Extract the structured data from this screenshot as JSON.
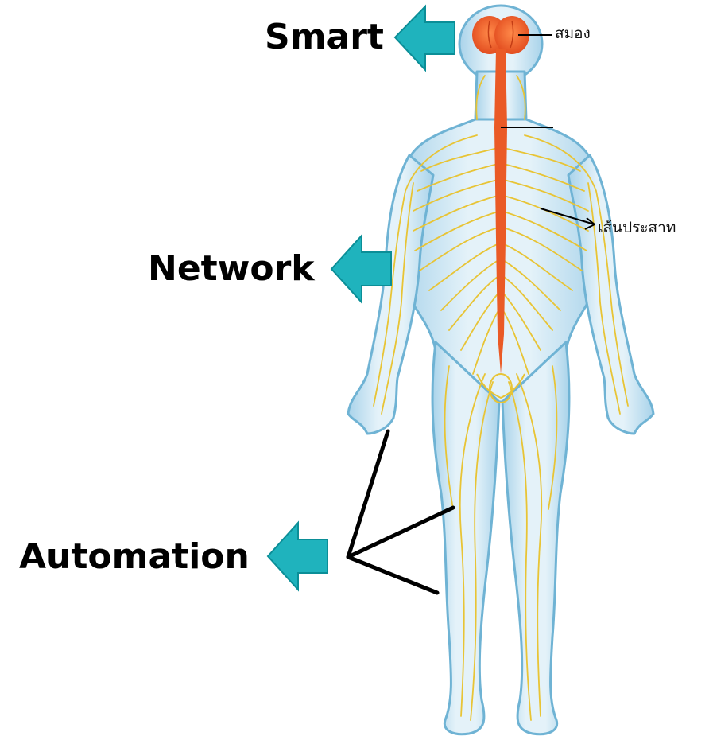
{
  "categories": {
    "smart": "Smart",
    "network": "Network",
    "automation": "Automation"
  },
  "anatomy_labels": {
    "brain": "สมอง",
    "nerve": "เส้นประสาท"
  },
  "colors": {
    "arrow": "#1fb3bd",
    "arrow_outline": "#0b8e97",
    "skin": "#cfe7f3",
    "skin_outline": "#6fb3d4",
    "nerve": "#e8c435",
    "brain": "#f06a2a",
    "spinal_cord": "#ea5a26",
    "pointer_line": "#000000"
  }
}
